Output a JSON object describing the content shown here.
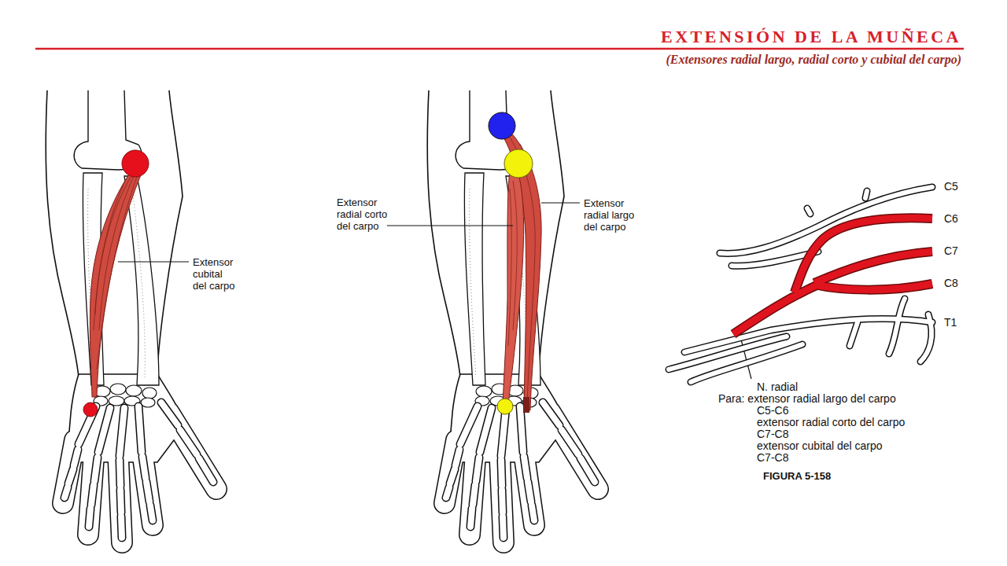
{
  "diagram": {
    "title": "EXTENSIÓN DE LA MUÑECA",
    "labels": [
      "(Extensores radial largo, radial corto y cubital del carpo)",
      "Extensor cubital del carpo",
      "Extensor radial corto del carpo",
      "Extensor radial largo del carpo",
      "C5",
      "C6",
      "C7",
      "C8",
      "T1",
      "N. radial",
      "Para: extensor radial largo del carpo",
      "C5-C6",
      "extensor radial corto del carpo",
      "C7-C8",
      "extensor cubital del carpo",
      "C7-C8",
      "FIGURA 5-158"
    ]
  }
}
